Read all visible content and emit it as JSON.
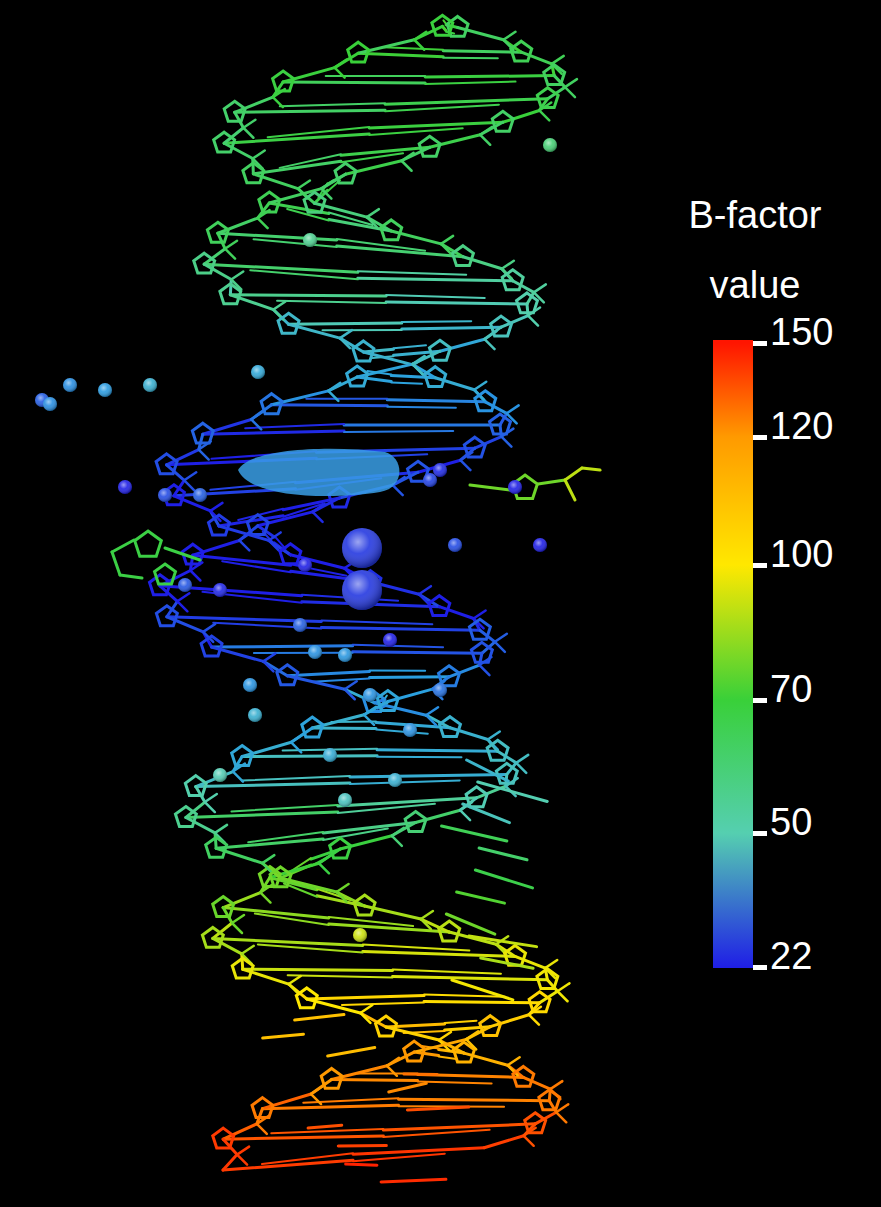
{
  "diagram": {
    "labels": [
      "B-factor value",
      "150",
      "120",
      "100",
      "70",
      "50",
      "22"
    ]
  }
}
